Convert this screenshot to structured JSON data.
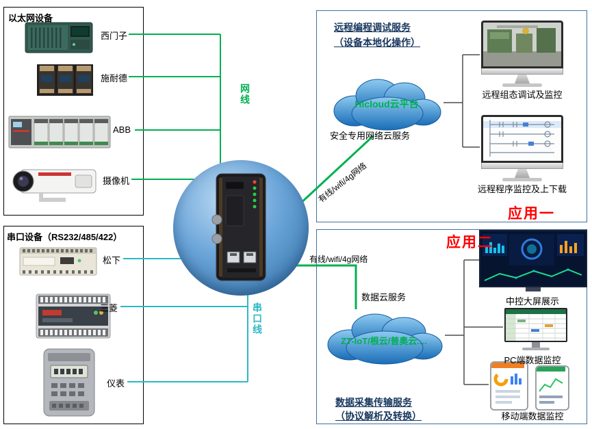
{
  "colors": {
    "wire_green": "#00b050",
    "wire_cyan": "#2bb8c4",
    "app_red": "#ff0000",
    "service_title_blue": "#17365d",
    "cloud_text_green": "#00b050",
    "cloud_blue_light": "#8ecaf0",
    "cloud_blue_dark": "#1a6db8",
    "gateway_circle_blue": "#2e6da4"
  },
  "left_panel": {
    "ethernet_box": {
      "title": "以太网设备",
      "devices": [
        {
          "label": "西门子",
          "icon": "siemens-plc-image"
        },
        {
          "label": "施耐德",
          "icon": "schneider-plc-image"
        },
        {
          "label": "ABB",
          "icon": "abb-plc-image"
        },
        {
          "label": "摄像机",
          "icon": "camera-image"
        }
      ]
    },
    "serial_box": {
      "title": "串口设备（RS232/485/422）",
      "devices": [
        {
          "label": "松下",
          "icon": "panasonic-plc-image"
        },
        {
          "label": "三菱",
          "icon": "mitsubishi-plc-image"
        },
        {
          "label": "仪表",
          "icon": "meter-image"
        }
      ]
    }
  },
  "center": {
    "ethernet_cable_label": "网线",
    "serial_cable_label": "串口线",
    "gateway_icon": "iot-gateway-image"
  },
  "app1": {
    "service_title": "远程编程调试服务",
    "service_subtitle": "（设备本地化操作）",
    "cloud_label": "Hicloud云平台",
    "cloud_caption": "安全专用网络云服务",
    "link_label": "有线/wifi/4g网络",
    "monitors": [
      {
        "caption": "远程组态调试及监控"
      },
      {
        "caption": "远程程序监控及上下载"
      }
    ],
    "app_label": "应用一"
  },
  "app2": {
    "app_label": "应用二",
    "link_label": "有线/wifi/4g网络",
    "cloud_caption": "数据云服务",
    "cloud_label": "ZT-IoT/根云/普奥云....",
    "service_title": "数据采集传输服务",
    "service_subtitle": "（协议解析及转换）",
    "displays": [
      {
        "caption": "中控大屏展示"
      },
      {
        "caption": "PC端数据监控"
      },
      {
        "caption": "移动端数据监控"
      }
    ]
  }
}
